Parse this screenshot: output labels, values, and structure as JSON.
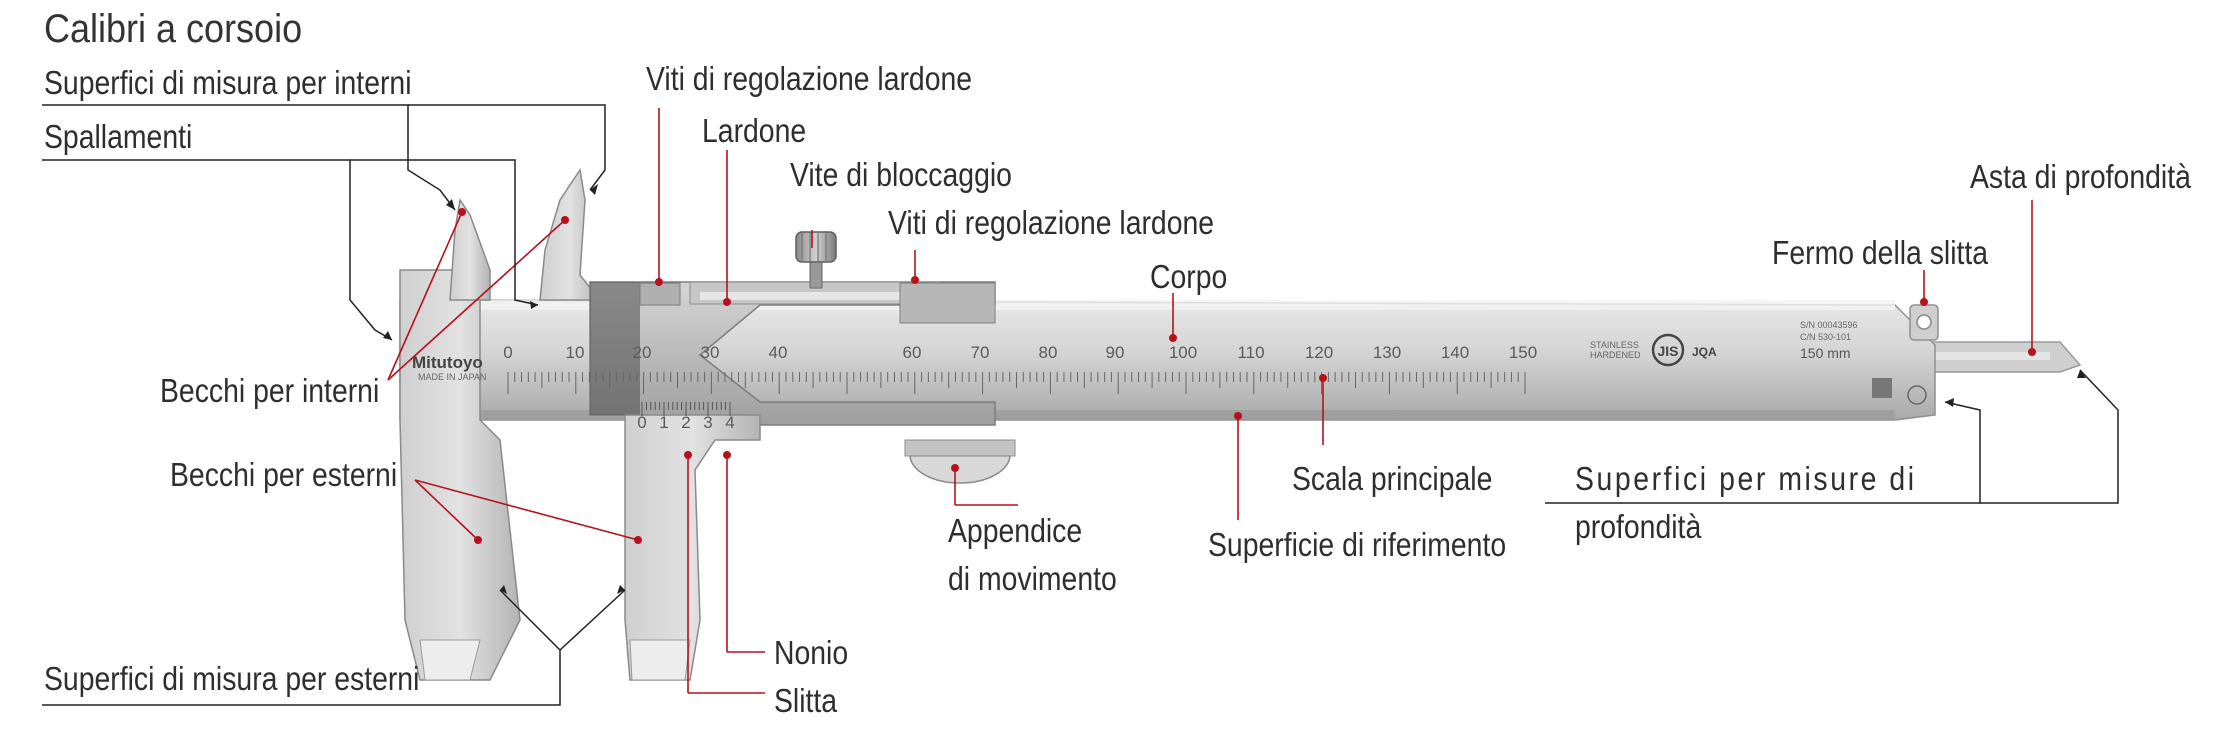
{
  "title": "Calibri a corsoio",
  "labels": {
    "superfici_interni": "Superfici di misura per interni",
    "spallamenti": "Spallamenti",
    "viti_lardone_1": "Viti di regolazione lardone",
    "lardone": "Lardone",
    "vite_bloccaggio": "Vite di bloccaggio",
    "viti_lardone_2": "Viti di regolazione lardone",
    "corpo": "Corpo",
    "fermo_slitta": "Fermo della slitta",
    "asta_profondita": "Asta di profondità",
    "becchi_interni": "Becchi per interni",
    "becchi_esterni": "Becchi per esterni",
    "appendice_line1": "Appendice",
    "appendice_line2": "di movimento",
    "scala_principale": "Scala principale",
    "superficie_riferimento": "Superficie di riferimento",
    "superfici_profondita_line1": "Superfici per misure di",
    "superfici_profondita_line2": "profondità",
    "superfici_esterni": "Superfici di misura per esterni",
    "nonio": "Nonio",
    "slitta": "Slitta"
  },
  "instrument": {
    "brand": "Mitutoyo",
    "brand_sub": "MADE IN JAPAN",
    "main_scale": [
      "0",
      "10",
      "20",
      "30",
      "40",
      "60",
      "70",
      "80",
      "90",
      "100",
      "110",
      "120",
      "130",
      "140",
      "150"
    ],
    "vernier_scale": [
      "0",
      "1",
      "2",
      "3",
      "4"
    ],
    "stainless_1": "STAINLESS",
    "stainless_2": "HARDENED",
    "jis_mark": "JIS",
    "jqa_mark": "JQA",
    "serial": "S/N 00043596",
    "code": "C/N 530-101",
    "range": "150 mm"
  },
  "colors": {
    "leader_red": "#b5121b",
    "leader_black": "#222222",
    "steel_light": "#d9d9d9",
    "steel_mid": "#bdbdbd",
    "steel_dark": "#8f8f8f"
  }
}
